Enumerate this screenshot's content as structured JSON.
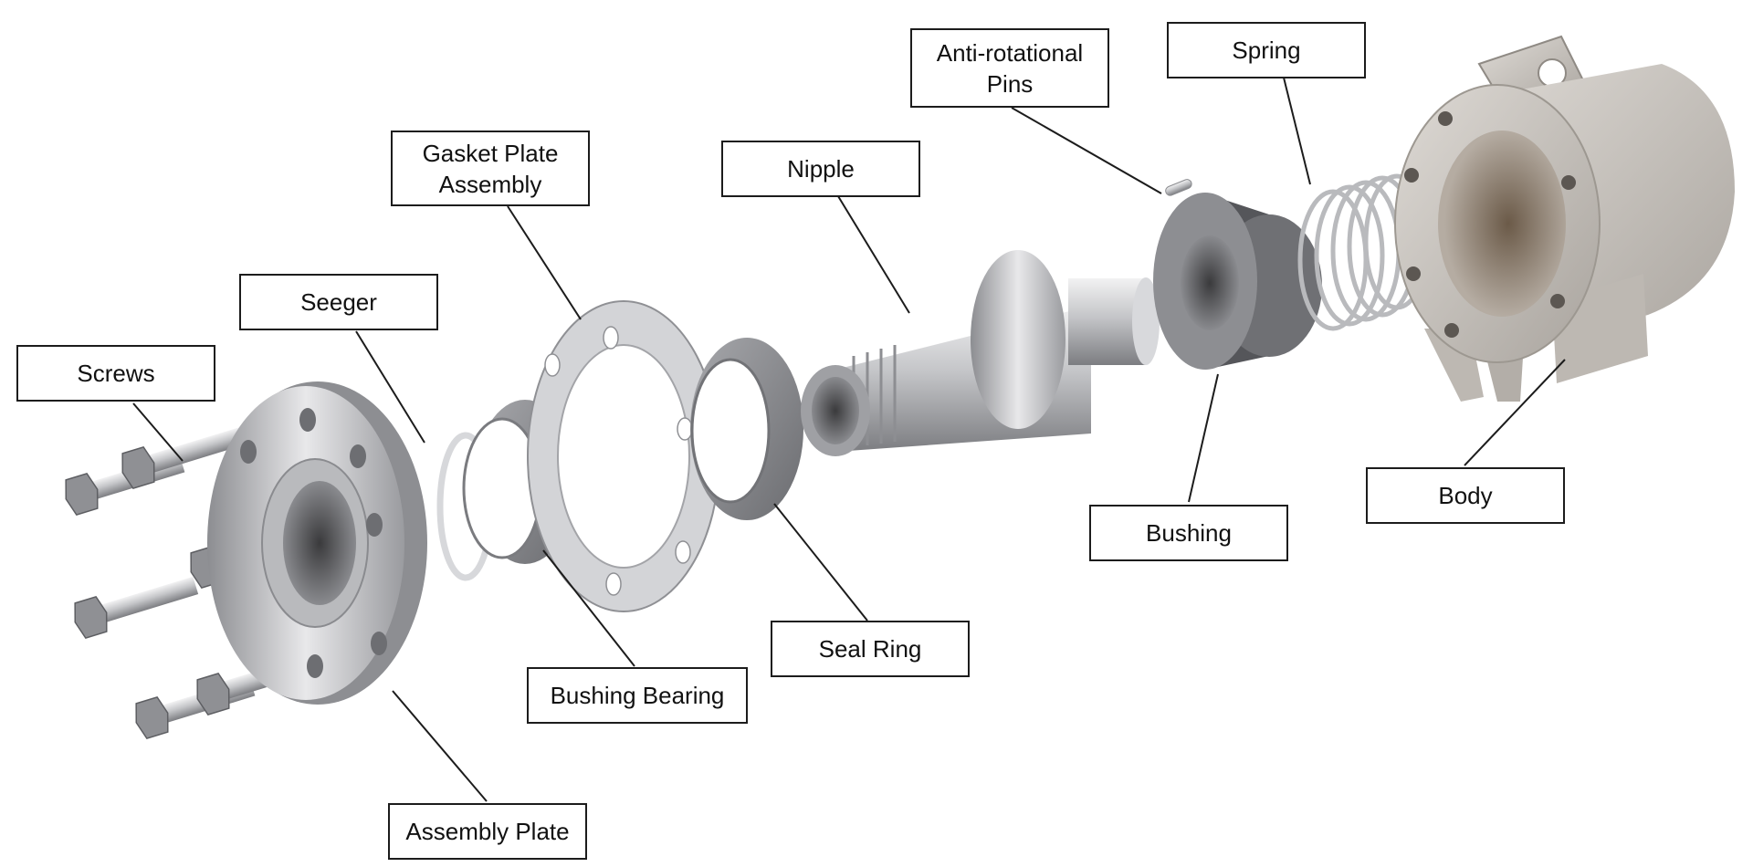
{
  "labels": {
    "screws": "Screws",
    "seeger": "Seeger",
    "gasket_plate_assembly": "Gasket Plate\nAssembly",
    "nipple": "Nipple",
    "anti_rotational_pins": "Anti-rotational\nPins",
    "spring": "Spring",
    "bushing": "Bushing",
    "body": "Body",
    "seal_ring": "Seal Ring",
    "bushing_bearing": "Bushing Bearing",
    "assembly_plate": "Assembly Plate"
  },
  "colors": {
    "line": "#1c1c1c",
    "steel_light": "#e4e4e6",
    "steel_mid": "#b6b7ba",
    "steel_dark": "#6f7074",
    "rubber": "#8e8f93",
    "cast_body": "#c9c5c0"
  }
}
